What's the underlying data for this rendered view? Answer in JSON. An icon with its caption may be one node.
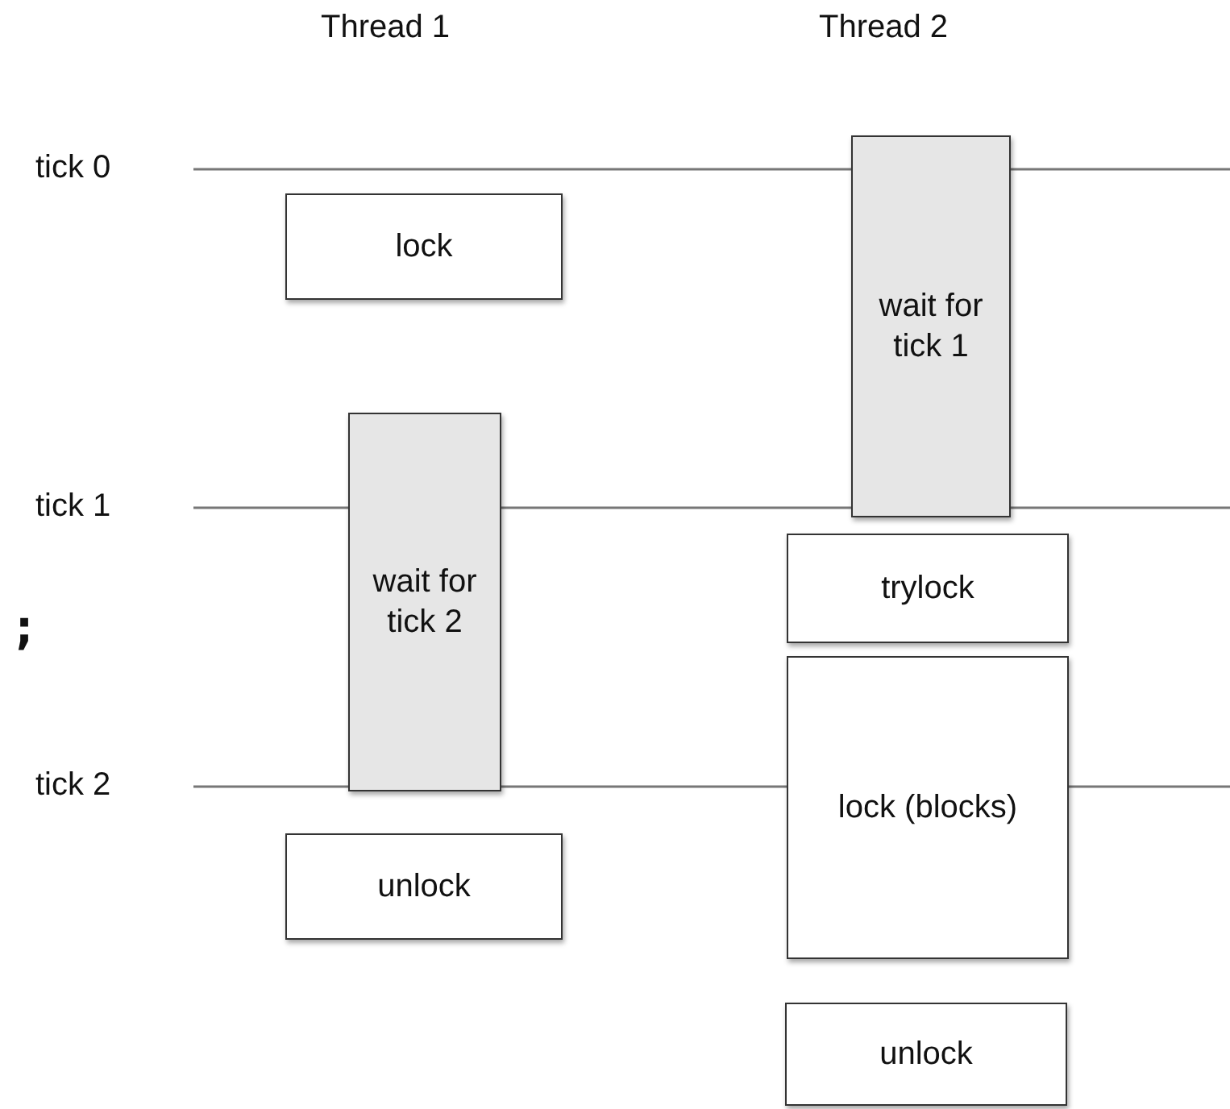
{
  "diagram": {
    "nodes": [
      {
        "text": [
          "lock"
        ]
      },
      {
        "text": [
          "wait for tick 2"
        ]
      },
      {
        "text": [
          "unlock"
        ]
      },
      {
        "text": [
          "wait for tick 1"
        ]
      },
      {
        "text": [
          "trylock"
        ]
      },
      {
        "text": [
          "lock (blocks)"
        ]
      },
      {
        "text": [
          "unlock"
        ]
      }
    ],
    "labels": [
      "Thread 1",
      "Thread 2",
      "tick 0",
      "tick 1",
      ";",
      "tick 2"
    ]
  }
}
